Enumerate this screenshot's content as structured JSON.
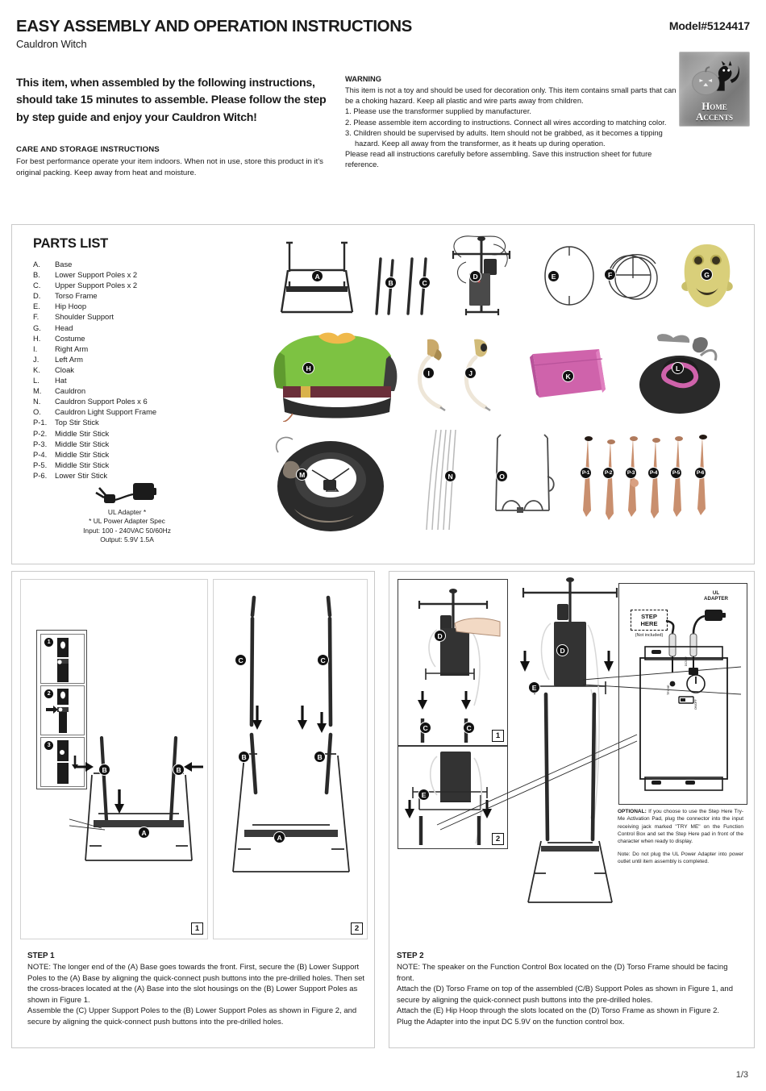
{
  "header": {
    "title": "EASY ASSEMBLY AND OPERATION INSTRUCTIONS",
    "subtitle": "Cauldron Witch",
    "model": "Model#5124417",
    "brand_line1": "Home",
    "brand_line2": "Accents",
    "intro": "This item, when assembled by the following instructions, should take 15 minutes to assemble. Please follow the step by step guide and enjoy your Cauldron Witch!"
  },
  "care": {
    "heading": "CARE AND STORAGE INSTRUCTIONS",
    "body": "For best performance operate your item indoors. When not in use, store this product in it's original packing. Keep away from heat and moisture."
  },
  "warning": {
    "heading": "WARNING",
    "intro": "This item is not a toy and should be used for decoration only. This item contains small parts that can be a choking hazard. Keep all plastic and wire parts away from children.",
    "items": [
      "1. Please use the transformer supplied by manufacturer.",
      "2. Please assemble item according to instructions. Connect all wires according to matching color.",
      "3. Children should be supervised by adults. Item should not be grabbed, as it becomes a tipping hazard. Keep all away from the transformer, as it heats up during operation."
    ],
    "footer": "Please read all instructions carefully before assembling. Save this instruction sheet for future reference."
  },
  "parts": {
    "heading": "PARTS LIST",
    "items": [
      {
        "key": "A.",
        "label": "Base"
      },
      {
        "key": "B.",
        "label": "Lower Support Poles x 2"
      },
      {
        "key": "C.",
        "label": "Upper Support Poles x 2"
      },
      {
        "key": "D.",
        "label": "Torso Frame"
      },
      {
        "key": "E.",
        "label": "Hip Hoop"
      },
      {
        "key": "F.",
        "label": "Shoulder Support"
      },
      {
        "key": "G.",
        "label": "Head"
      },
      {
        "key": "H.",
        "label": "Costume"
      },
      {
        "key": "I.",
        "label": "Right Arm"
      },
      {
        "key": "J.",
        "label": "Left Arm"
      },
      {
        "key": "K.",
        "label": "Cloak"
      },
      {
        "key": "L.",
        "label": "Hat"
      },
      {
        "key": "M.",
        "label": "Cauldron"
      },
      {
        "key": "N.",
        "label": "Cauldron Support Poles x 6"
      },
      {
        "key": "O.",
        "label": "Cauldron Light Support Frame"
      },
      {
        "key": "P-1.",
        "label": "Top Stir Stick"
      },
      {
        "key": "P-2.",
        "label": "Middle Stir Stick"
      },
      {
        "key": "P-3.",
        "label": "Middle Stir Stick"
      },
      {
        "key": "P-4.",
        "label": "Middle Stir Stick"
      },
      {
        "key": "P-5.",
        "label": "Middle Stir Stick"
      },
      {
        "key": "P-6.",
        "label": "Lower Stir Stick"
      }
    ],
    "adapter": {
      "name": "UL Adapter *",
      "spec_title": "* UL Power Adapter Spec",
      "input": "Input: 100 - 240VAC 50/60Hz",
      "output": "Output: 5.9V 1.5A"
    },
    "callouts": {
      "a": "A",
      "b": "B",
      "c": "C",
      "d": "D",
      "e": "E",
      "f": "F",
      "g": "G",
      "h": "H",
      "i": "I",
      "j": "J",
      "k": "K",
      "l": "L",
      "m": "M",
      "n": "N",
      "o": "O",
      "p1": "P-1",
      "p2": "P-2",
      "p3": "P-3",
      "p4": "P-4",
      "p5": "P-5",
      "p6": "P-6"
    }
  },
  "step1": {
    "heading": "STEP 1",
    "body": "NOTE: The longer end of the (A) Base goes towards the front. First, secure the (B) Lower Support Poles to the (A) Base by aligning the quick-connect push buttons into the pre-drilled holes. Then set the cross-braces located at the (A) Base into the slot housings on the (B) Lower Support Poles as shown in Figure 1.",
    "body2": "Assemble the (C) Upper Support Poles to the (B) Lower Support Poles as shown in Figure 2, and secure by aligning the quick-connect push buttons into the pre-drilled holes.",
    "fig1": "1",
    "fig2": "2",
    "detail_steps": [
      "1",
      "2",
      "3"
    ],
    "callouts": {
      "a": "A",
      "b": "B",
      "c": "C"
    }
  },
  "step2": {
    "heading": "STEP 2",
    "body": "NOTE: The speaker on the Function Control Box located on the (D) Torso Frame should be facing front.",
    "body2": "Attach the (D) Torso Frame on top of the assembled (C/B) Support Poles as shown in Figure 1, and secure by aligning the quick-connect push buttons into the pre-drilled holes.",
    "body3": "Attach the (E) Hip Hoop through the slots located on the (D) Torso Frame as shown in Figure 2.",
    "body4": "Plug the Adapter into the input DC 5.9V on the function control box.",
    "fig1": "1",
    "fig2": "2",
    "callouts": {
      "c": "C",
      "d": "D",
      "e": "E"
    },
    "detail": {
      "ul_adapter": "UL\nADAPTER",
      "ul_adapter_l1": "UL",
      "ul_adapter_l2": "ADAPTER",
      "step_here": "STEP\nHERE",
      "step_here_l1": "STEP",
      "step_here_l2": "HERE",
      "not_included": "(Not included)"
    },
    "optional": {
      "label": "OPTIONAL:",
      "text": " If you choose to use the  Step Here Try-Me Activation Pad, plug the connector into the input receiving jack marked \"TRY ME\" on the Function Control Box and set the Step Here pad in front of the character when ready to display.",
      "note": "Note: Do not plug the UL Power Adapter into power outlet until item assembly is completed."
    }
  },
  "footer": {
    "page": "1/3"
  },
  "colors": {
    "ink": "#1a1a1a",
    "panel_border": "#c9c9c9",
    "costume_green": "#7dc242",
    "cloak_pink": "#cf63ab",
    "hat_black": "#2a2a2a",
    "head_yellow": "#d9cf7a",
    "arm_tan": "#c9a96a",
    "skin": "#c98f6e"
  }
}
